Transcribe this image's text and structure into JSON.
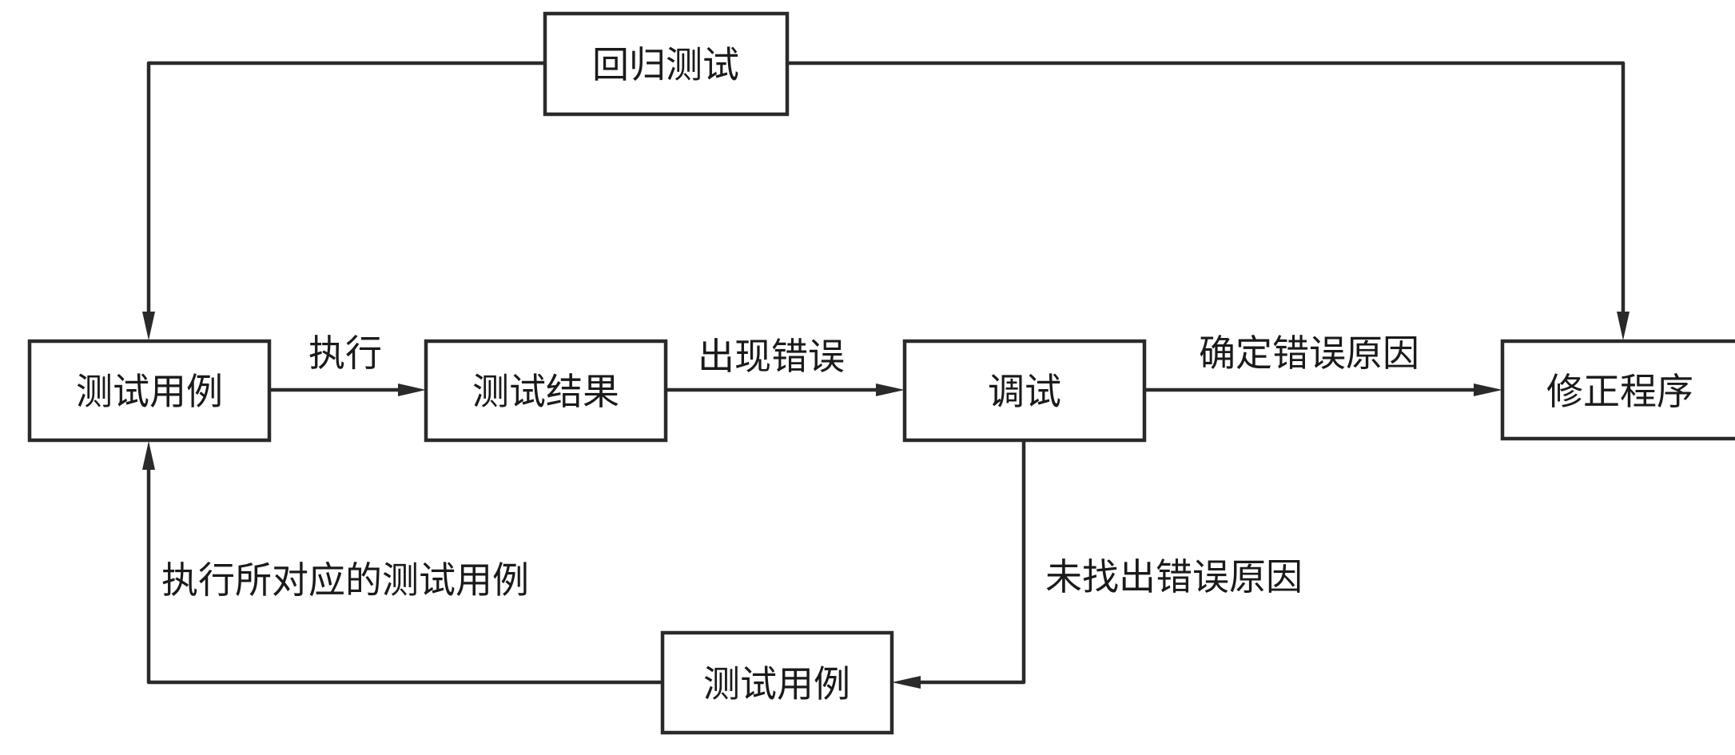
{
  "diagram": {
    "type": "flowchart",
    "nodes": {
      "regression_test": {
        "label": "回归测试"
      },
      "test_cases": {
        "label": "测试用例"
      },
      "test_results": {
        "label": "测试结果"
      },
      "debugging": {
        "label": "调试"
      },
      "fix_program": {
        "label": "修正程序"
      },
      "test_cases_bottom": {
        "label": "测试用例"
      }
    },
    "edges": {
      "execute": {
        "from": "test_cases",
        "to": "test_results",
        "label": "执行"
      },
      "error_found": {
        "from": "test_results",
        "to": "debugging",
        "label": "出现错误"
      },
      "cause_identified": {
        "from": "debugging",
        "to": "fix_program",
        "label": "确定错误原因"
      },
      "cause_not_found": {
        "from": "debugging",
        "to": "test_cases_bottom",
        "label": "未找出错误原因"
      },
      "run_corresponding": {
        "from": "test_cases_bottom",
        "to": "test_cases",
        "label": "执行所对应的测试用例"
      },
      "regression_loop": {
        "from": "regression_test",
        "to": [
          "test_cases",
          "fix_program"
        ],
        "label": ""
      }
    }
  }
}
